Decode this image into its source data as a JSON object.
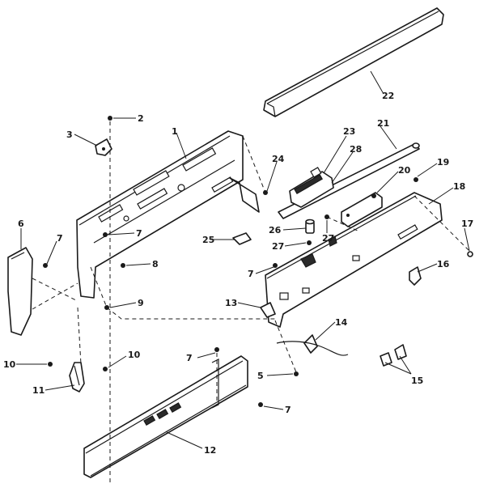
{
  "callouts": {
    "c1": "1",
    "c2": "2",
    "c3": "3",
    "c5": "5",
    "c6": "6",
    "c7a": "7",
    "c7b": "7",
    "c7c": "7",
    "c7d": "7",
    "c7e": "7",
    "c8": "8",
    "c9": "9",
    "c10a": "10",
    "c10b": "10",
    "c11": "11",
    "c12": "12",
    "c13": "13",
    "c14": "14",
    "c15": "15",
    "c16": "16",
    "c17": "17",
    "c18": "18",
    "c19": "19",
    "c20": "20",
    "c21": "21",
    "c22": "22",
    "c23": "23",
    "c24": "24",
    "c25": "25",
    "c26": "26",
    "c27a": "27",
    "c27b": "27",
    "c28": "28"
  }
}
